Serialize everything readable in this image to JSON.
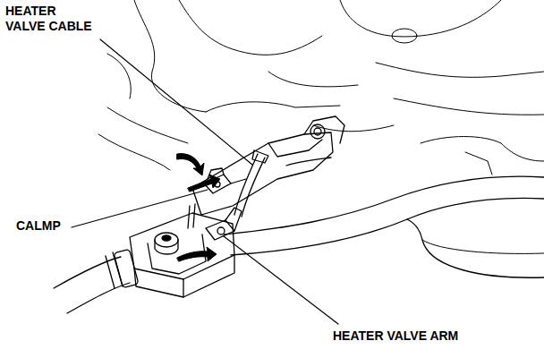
{
  "diagram": {
    "labels": [
      "HEATER VALVE CABLE",
      "CALMP",
      "HEATER VALVE ARM"
    ]
  }
}
